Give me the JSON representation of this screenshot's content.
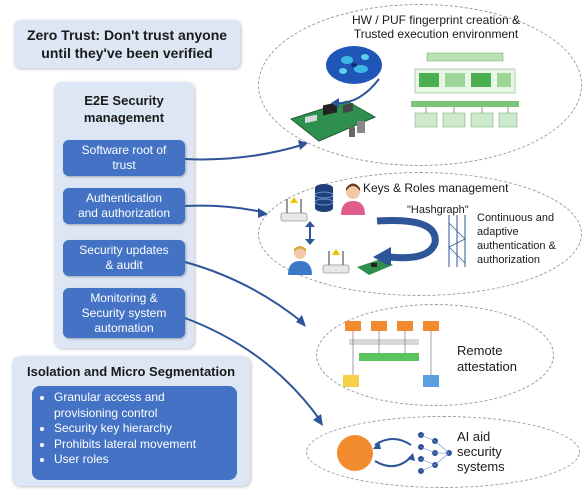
{
  "zero_trust": {
    "line1": "Zero Trust: Don't trust anyone",
    "line2": "until they've been verified"
  },
  "e2e": {
    "title_line1": "E2E Security",
    "title_line2": "management",
    "items": [
      {
        "line1": "Software root  of",
        "line2": "trust"
      },
      {
        "line1": "Authentication",
        "line2": "and authorization"
      },
      {
        "line1": "Security updates",
        "line2": "& audit"
      },
      {
        "line1": "Monitoring &",
        "line2": "Security system",
        "line3": "automation"
      }
    ]
  },
  "isolation": {
    "title": "Isolation and Micro Segmentation",
    "items": [
      "Granular access and",
      "provisioning control",
      "Security key hierarchy",
      "Prohibits lateral movement",
      "User roles"
    ]
  },
  "hw_puf": {
    "line1": "HW / PUF fingerprint creation &",
    "line2": "Trusted execution environment"
  },
  "keys_roles": {
    "title": "Keys & Roles management",
    "hashgraph": "\"Hashgraph\"",
    "continuous_line1": "Continuous and",
    "continuous_line2": "adaptive",
    "continuous_line3": "authentication &",
    "continuous_line4": "authorization"
  },
  "remote": {
    "line1": "Remote",
    "line2": "attestation"
  },
  "ai": {
    "line1": "AI aid",
    "line2": "security",
    "line3": "systems"
  },
  "colors": {
    "panel_bg": "#dce6f5",
    "button_blue": "#4472c4",
    "arrow_blue": "#2e5597",
    "ellipse_border": "#9a9a9a"
  }
}
